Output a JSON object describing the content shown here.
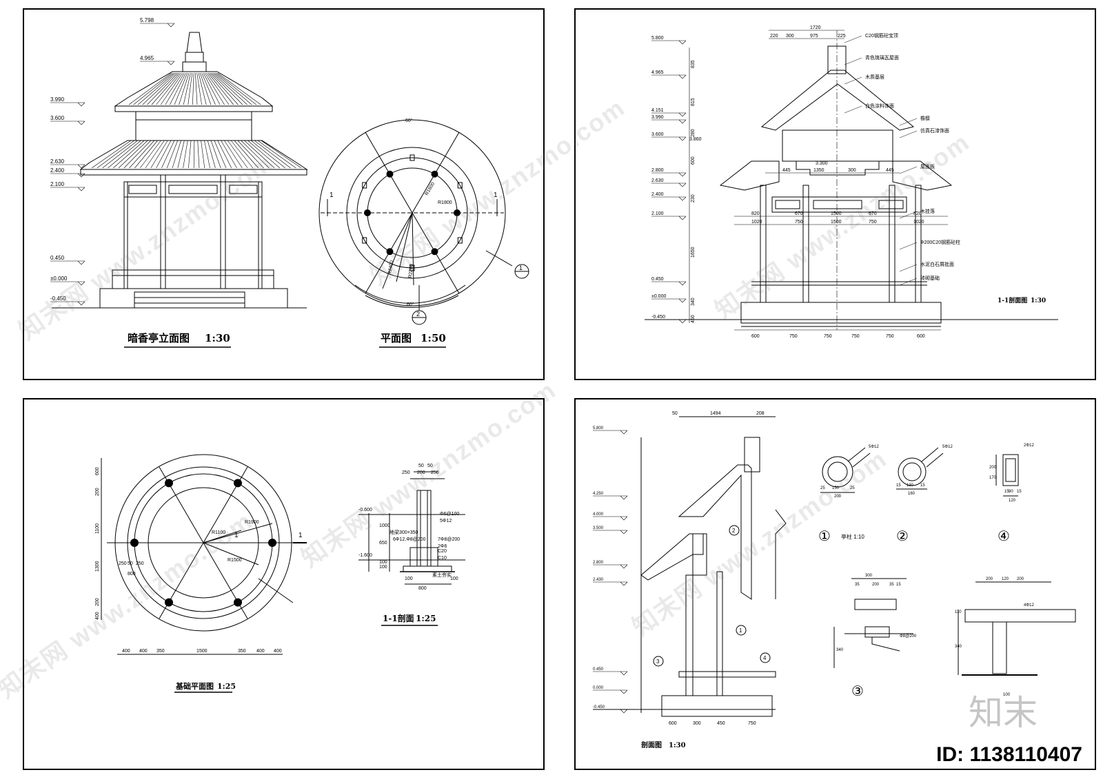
{
  "views": {
    "elevation": {
      "title": "暗香亭立面图",
      "scale": "1:30",
      "levels": [
        "5.798",
        "4.965",
        "3.990",
        "3.600",
        "2.630",
        "2.400",
        "2.100",
        "0.450",
        "±0.000",
        "-0.450"
      ]
    },
    "plan": {
      "title": "平面图",
      "scale": "1:50",
      "angle": "60°",
      "radii": [
        "R1800",
        "R2400",
        "R2280",
        "R1600",
        "R1100"
      ],
      "cut": "1",
      "callouts": [
        "1",
        "2"
      ]
    },
    "section": {
      "title": "1-1剖面图",
      "scale": "1:30",
      "levels": [
        "5.800",
        "4.965",
        "4.151",
        "3.990",
        "3.600",
        "2.800",
        "2.630",
        "2.400",
        "2.100",
        "0.450",
        "±0.000",
        "-0.450"
      ],
      "top_dims": [
        "1720",
        "220",
        "300",
        "975",
        "225"
      ],
      "vert_dims": [
        "835",
        "815",
        "280",
        "600",
        "230",
        "1650",
        "340",
        "450"
      ],
      "span_dims_1": [
        "445",
        "1350",
        "300",
        "445"
      ],
      "span_dims_2": [
        "820",
        "670",
        "1500",
        "670",
        "820"
      ],
      "span_dims_3": [
        "1020",
        "750",
        "1500",
        "750",
        "1020"
      ],
      "base_dims": [
        "600",
        "750",
        "750",
        "750",
        "750",
        "600"
      ],
      "inner_levels": [
        "3.860",
        "3.300"
      ],
      "notes": [
        "C20钢筋砼宝顶",
        "青色琉璃瓦屋面",
        "木质基层",
        "白色涂料饰面",
        "仿真石漆饰面",
        "檐檩",
        "屋面板",
        "木挂落",
        "Φ200C20钢筋砼柱",
        "水泥白石屑批面",
        "砖砌基础"
      ]
    },
    "foundation": {
      "title": "基础平面图",
      "scale": "1:25",
      "radii": [
        "R1100",
        "R1900",
        "R1500"
      ],
      "cut": "1",
      "bottom_dims": [
        "400",
        "400",
        "350",
        "1500",
        "350",
        "400",
        "400"
      ],
      "left_dims": [
        "600",
        "200",
        "1100",
        "1300",
        "200",
        "400"
      ],
      "small_dims": [
        "250",
        "50",
        "250",
        "800"
      ]
    },
    "footing": {
      "title": "1-1剖面",
      "scale": "1:25",
      "levels": [
        "-0.600",
        "-1.600"
      ],
      "dims": [
        "50",
        "50",
        "250",
        "200",
        "250",
        "800",
        "100",
        "100",
        "650",
        "1000",
        "100",
        "100"
      ],
      "notes": [
        "6Φ12,Φ8@200",
        "C20",
        "C10",
        "素土夯实",
        "5Φ12",
        "Φ6@100",
        "2Φ6",
        "7Φ8@200",
        "地梁300×350"
      ]
    },
    "detail_section": {
      "title": "剖面图",
      "scale": "1:30",
      "levels": [
        "5.800",
        "4.250",
        "4.000",
        "3.500",
        "2.800",
        "2.430",
        "0.450",
        "0.000",
        "-0.450"
      ],
      "top_dims": [
        "50",
        "1494",
        "208"
      ],
      "base_dims": [
        "600",
        "300",
        "450",
        "750"
      ],
      "callouts": [
        "1",
        "2",
        "3",
        "4"
      ]
    },
    "details": [
      {
        "num": "①",
        "label": "亭柱 1:10",
        "dims": [
          "25",
          "150",
          "25",
          "200"
        ],
        "rebar": "5Φ12"
      },
      {
        "num": "②",
        "label": "",
        "dims": [
          "15",
          "130",
          "15",
          "160"
        ],
        "rebar": "5Φ12"
      },
      {
        "num": "③",
        "label": "",
        "dims": [
          "300",
          "35",
          "200",
          "35",
          "15",
          "340"
        ],
        "rebar": "Φ8@200"
      },
      {
        "num": "④",
        "label": "",
        "dims": [
          "15",
          "90",
          "15",
          "120",
          "200",
          "170"
        ],
        "rebar": "2Φ12"
      },
      {
        "num": "",
        "label": "",
        "dims": [
          "200",
          "120",
          "200",
          "110",
          "340",
          "100"
        ],
        "rebar": "4Φ12"
      }
    ]
  },
  "watermark": "知末网 www.znzmo.com",
  "brand": "知末",
  "id_label": "ID: 1138110407"
}
